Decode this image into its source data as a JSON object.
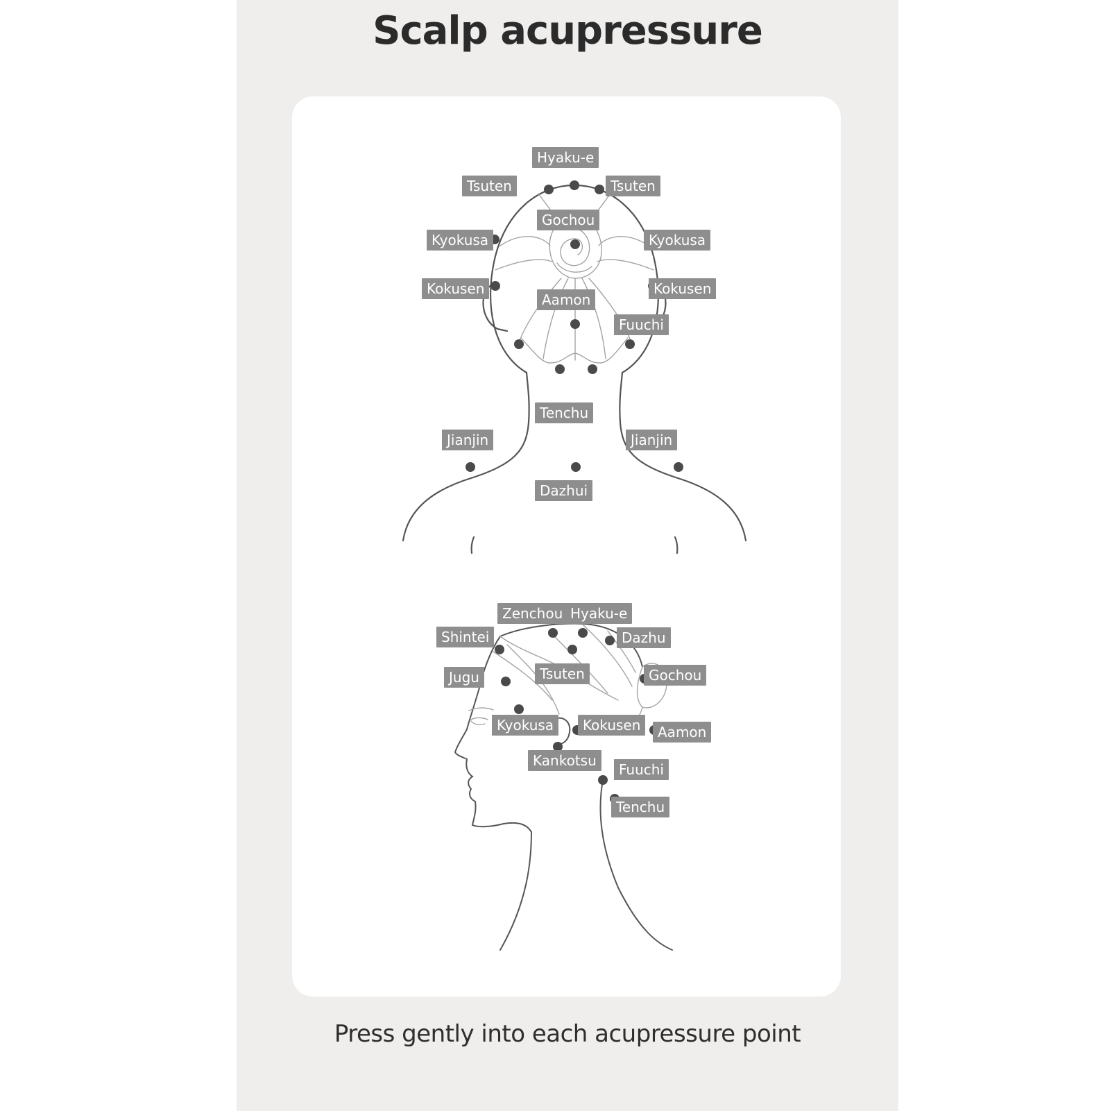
{
  "title": "Scalp acupressure",
  "caption": "Press gently into each acupressure point",
  "colors": {
    "background": "#efeeec",
    "card": "#ffffff",
    "label_bg": "#8e8e8e",
    "label_text": "#ffffff",
    "point": "#4a4a4a",
    "line": "#555555",
    "hair_line": "#9a9a9a"
  },
  "back_view": {
    "labels": [
      "Hyaku-e",
      "Tsuten",
      "Tsuten",
      "Gochou",
      "Kyokusa",
      "Kyokusa",
      "Kokusen",
      "Kokusen",
      "Aamon",
      "Fuuchi",
      "Tenchu",
      "Jianjin",
      "Jianjin",
      "Dazhui"
    ]
  },
  "side_view": {
    "labels": [
      "Zenchou",
      "Hyaku-e",
      "Shintei",
      "Dazhu",
      "Jugu",
      "Tsuten",
      "Gochou",
      "Kyokusa",
      "Kokusen",
      "Aamon",
      "Kankotsu",
      "Fuuchi",
      "Tenchu"
    ]
  }
}
